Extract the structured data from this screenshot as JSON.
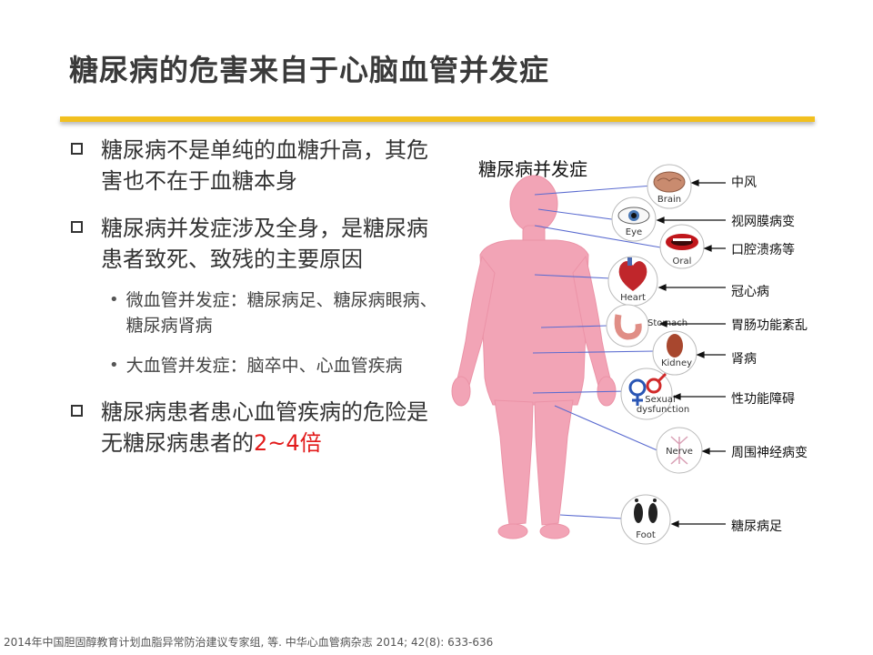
{
  "title": "糖尿病的危害来自于心脑血管并发症",
  "bullets": [
    {
      "text": "糖尿病不是单纯的血糖升高，其危害也不在于血糖本身"
    },
    {
      "text": "糖尿病并发症涉及全身，是糖尿病患者致死、致残的主要原因"
    }
  ],
  "sub_bullets": [
    {
      "text": "微血管并发症：糖尿病足、糖尿病眼病、糖尿病肾病"
    },
    {
      "text": "大血管并发症：脑卒中、心血管疾病"
    }
  ],
  "last_bullet": {
    "text": "糖尿病患者患心血管疾病的危险是无糖尿病患者的",
    "highlight": "2~4倍"
  },
  "figure": {
    "title": "糖尿病并发症",
    "icons": {
      "brain": "Brain",
      "eye": "Eye",
      "oral": "Oral",
      "heart": "Heart",
      "stomach": "Stomach",
      "kidney": "Kidney",
      "sexual1": "Sexual",
      "sexual2": "dysfunction",
      "nerve": "Nerve",
      "foot": "Foot"
    },
    "labels": {
      "stroke": "中风",
      "retina": "视网膜病变",
      "oral": "口腔溃疡等",
      "heart": "冠心病",
      "gut": "胃肠功能紊乱",
      "kidney": "肾病",
      "sexual": "性功能障碍",
      "nerve": "周围神经病变",
      "foot": "糖尿病足"
    },
    "colors": {
      "body": "#f2a4b6",
      "accent": "#f2c01f",
      "highlight": "#e21a1a"
    }
  },
  "citation": "2014年中国胆固醇教育计划血脂异常防治建议专家组, 等. 中华心血管病杂志 2014; 42(8): 633-636"
}
